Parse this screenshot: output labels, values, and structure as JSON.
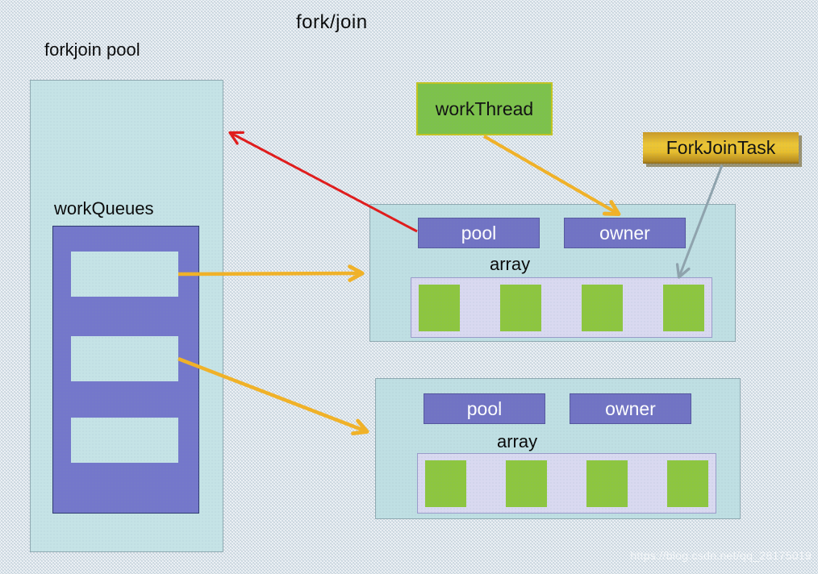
{
  "slide": {
    "title": "fork/join",
    "watermark": "https://blog.csdn.net/qq_28175019"
  },
  "forkjoin_pool": {
    "label": "forkjoin pool",
    "work_queues": {
      "label": "workQueues",
      "slot_count": 3
    }
  },
  "work_thread_box": {
    "label": "workThread"
  },
  "fork_join_task_box": {
    "label": "ForkJoinTask"
  },
  "worker_panels": [
    {
      "pool_label": "pool",
      "owner_label": "owner",
      "array_label": "array",
      "cell_count": 4
    },
    {
      "pool_label": "pool",
      "owner_label": "owner",
      "array_label": "array",
      "cell_count": 4
    }
  ],
  "arrows": [
    {
      "name": "panel1-pool-to-forkjoin-pool",
      "color": "#e11b1b"
    },
    {
      "name": "workthread-to-panel1-owner",
      "color": "#f2b226"
    },
    {
      "name": "queue-slot1-to-panel1-array",
      "color": "#f2b226"
    },
    {
      "name": "queue-slot2-to-panel2",
      "color": "#f2b226"
    },
    {
      "name": "forkjointask-to-panel1-array-cell4",
      "color": "#8fa3ad"
    }
  ],
  "colors": {
    "background": "#edf1f5",
    "container_teal": "#c5e3e6",
    "panel_teal": "#bfdfe3",
    "queue_purple": "#7477cb",
    "box_purple": "#7173c4",
    "array_lavender": "#d9d9f0",
    "cell_green": "#8dc63f",
    "workthread_green": "#7dc24b",
    "task_gold": "#e3b62b",
    "arrow_red": "#e11b1b",
    "arrow_gold": "#f2b226",
    "arrow_gray": "#8fa3ad"
  }
}
